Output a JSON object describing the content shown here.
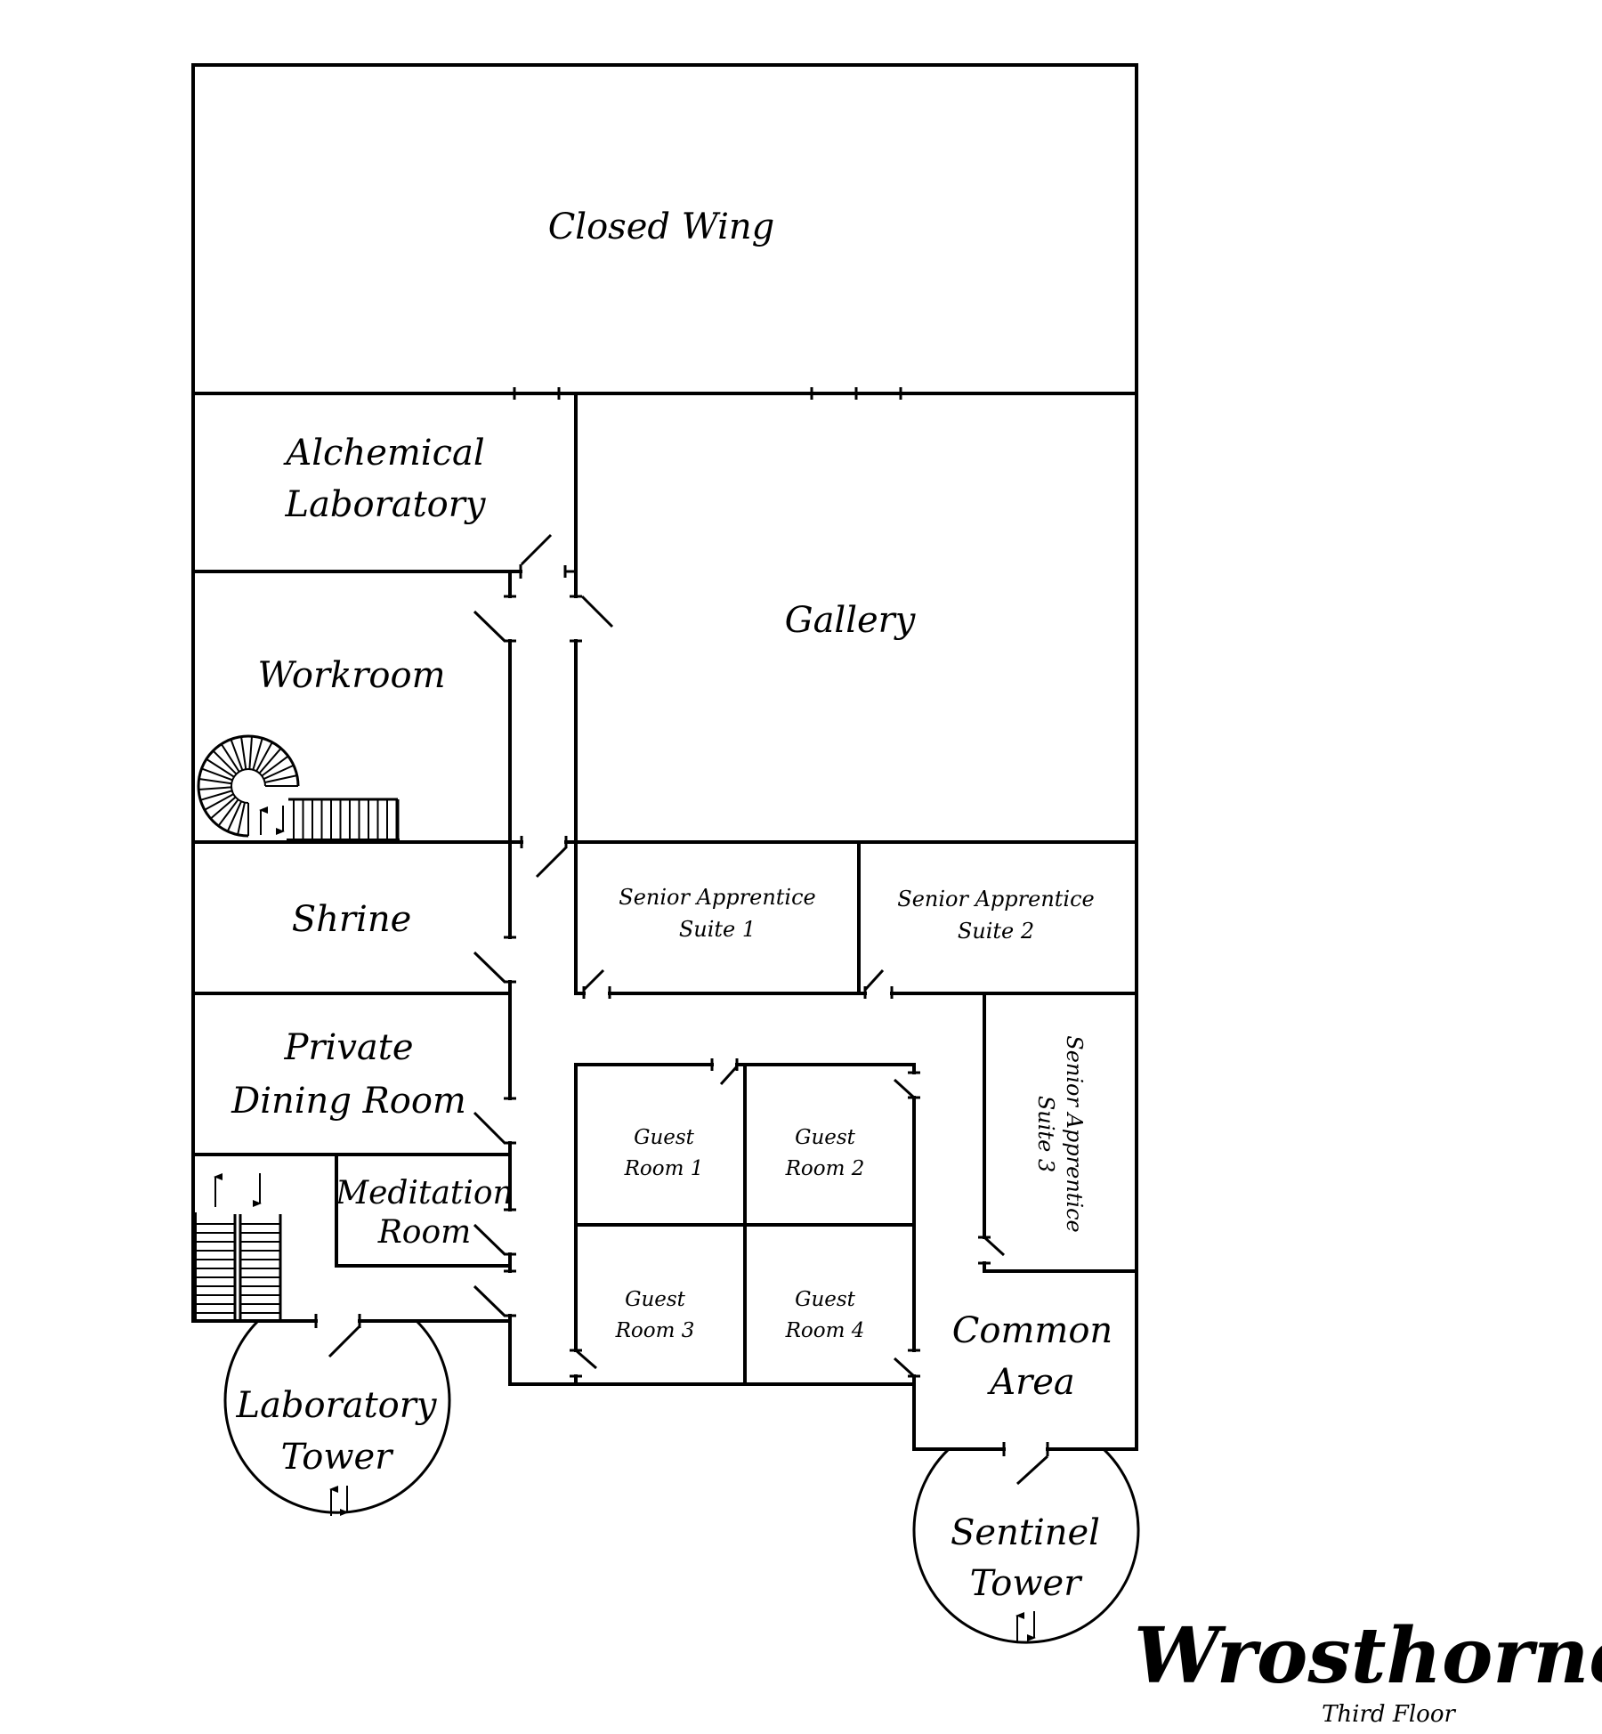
{
  "map": {
    "title": "Wrosthorne",
    "subtitle": "Third Floor",
    "rooms": {
      "closed_wing": "Closed Wing",
      "alchemical_1": "Alchemical",
      "alchemical_2": "Laboratory",
      "gallery": "Gallery",
      "workroom": "Workroom",
      "shrine": "Shrine",
      "suite1_1": "Senior Apprentice",
      "suite1_2": "Suite 1",
      "suite2_1": "Senior Apprentice",
      "suite2_2": "Suite 2",
      "suite3_1": "Senior Apprentice",
      "suite3_2": "Suite 3",
      "dining_1": "Private",
      "dining_2": "Dining Room",
      "meditation_1": "Meditation",
      "meditation_2": "Room",
      "guest1_1": "Guest",
      "guest1_2": "Room 1",
      "guest2_1": "Guest",
      "guest2_2": "Room 2",
      "guest3_1": "Guest",
      "guest3_2": "Room 3",
      "guest4_1": "Guest",
      "guest4_2": "Room 4",
      "common_1": "Common",
      "common_2": "Area",
      "lab_tower_1": "Laboratory",
      "lab_tower_2": "Tower",
      "sentinel_1": "Sentinel",
      "sentinel_2": "Tower"
    },
    "icons": {
      "stairs_up": "up-arrow",
      "stairs_down": "down-arrow",
      "spiral_stair": "spiral-staircase"
    }
  }
}
